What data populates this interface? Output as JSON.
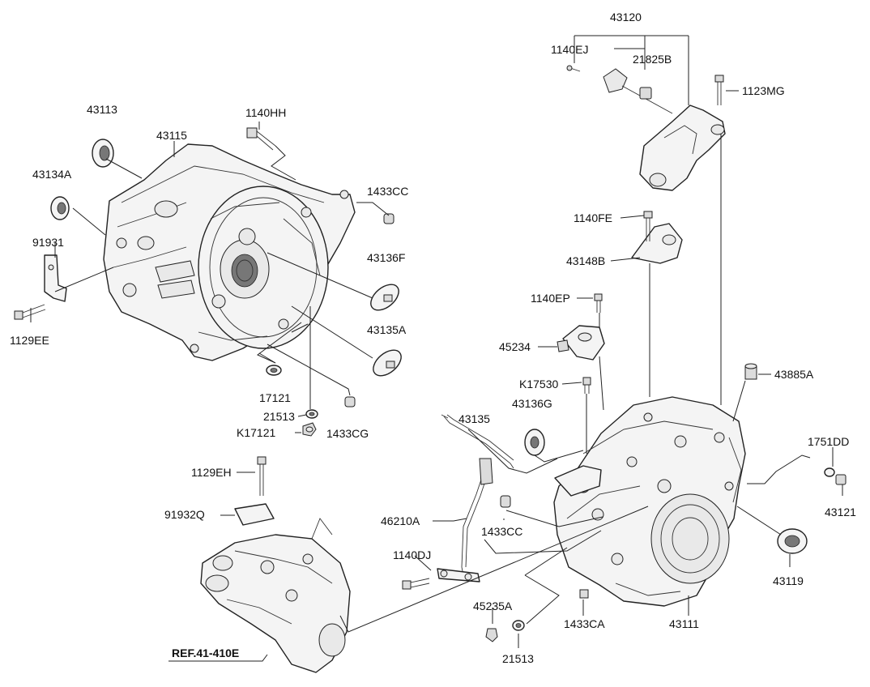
{
  "labels": {
    "p43120": "43120",
    "p1140EJ": "1140EJ",
    "p21825B": "21825B",
    "p1123MG": "1123MG",
    "p43113": "43113",
    "p1140HH": "1140HH",
    "p43115": "43115",
    "p43134A": "43134A",
    "p1433CC_a": "1433CC",
    "p91931": "91931",
    "p43136F": "43136F",
    "p1129EE": "1129EE",
    "p43135A": "43135A",
    "p17121": "17121",
    "p21513_a": "21513",
    "pK17121": "K17121",
    "p1433CG": "1433CG",
    "p1140FE": "1140FE",
    "p43148B": "43148B",
    "p1140EP": "1140EP",
    "p45234": "45234",
    "pK17530": "K17530",
    "p43885A": "43885A",
    "p43136G": "43136G",
    "p43135": "43135",
    "p1751DD": "1751DD",
    "p1129EH": "1129EH",
    "p91932Q": "91932Q",
    "p43121": "43121",
    "p46210A": "46210A",
    "p1433CC_b": "1433CC",
    "p1140DJ": "1140DJ",
    "p43119": "43119",
    "p45235A": "45235A",
    "p1433CA": "1433CA",
    "p43111": "43111",
    "p21513_b": "21513",
    "ref": "REF.41-410E"
  },
  "colors": {
    "line": "#222222",
    "body_fill": "#f4f4f4",
    "background": "#ffffff"
  }
}
